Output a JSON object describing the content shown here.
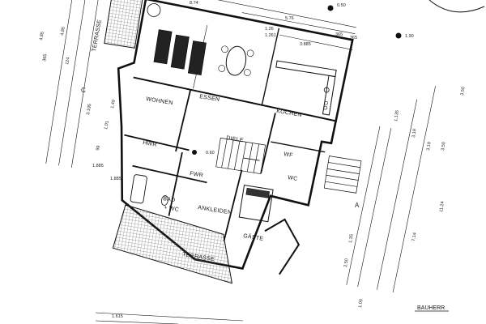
{
  "drawing": {
    "rooms": {
      "terrasse_top": "TERRASSE",
      "wohnen": "WOHNEN",
      "essen": "ESSEN",
      "kochen": "KOCHEN",
      "hwr": "HWR",
      "diele": "DIELE",
      "wf": "WF",
      "fwr": "FWR",
      "bad_wc_1": "BAD",
      "bad_wc_2": "+ WC",
      "wc": "WC",
      "ankleiden": "ANKLEIDEN",
      "gaeste": "GÄSTE",
      "terrasse_bottom": "TERRASSE"
    },
    "dimensions": {
      "d_874": "8.74",
      "d_576": "5.76",
      "d_050": "0.50",
      "d_126": "1.26",
      "d_1261": "1.261",
      "d_3885": "3.885",
      "d_365a": "365",
      "d_365b": "365",
      "d_365c": "365",
      "d_190": "1.90",
      "d_485a": "4.85",
      "d_485b": "4.85",
      "d_124": "124",
      "d_350a": "3.50",
      "d_350b": "3.50",
      "d_1135a": "1.135",
      "d_319a": "3.19",
      "d_319b": "3.19",
      "d_149": "1.49",
      "d_3195": "3.195",
      "d_101": "1.01",
      "d_1885a": "1.885",
      "d_1885b": "1.885",
      "d_1124": "11.24",
      "d_714": "7.14",
      "d_060": "0.60",
      "d_c": "C",
      "d_a": "A",
      "d_135": "1.35",
      "d_100": "1.00",
      "d_1615": "1.615",
      "d_99": "99",
      "d_250": "2.50"
    },
    "stamp": "BAUHERR"
  }
}
